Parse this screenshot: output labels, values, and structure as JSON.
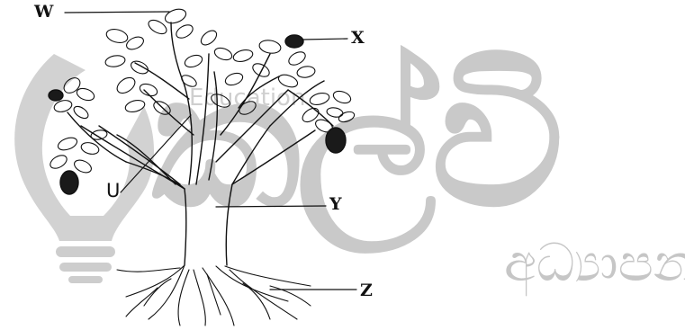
{
  "labels": {
    "w": "W",
    "x": "X",
    "u": "U",
    "y": "Y",
    "z": "Z"
  },
  "watermark": {
    "main": "කල්වි",
    "sub": "අධ්‍යාපන",
    "edu": "Education"
  },
  "colors": {
    "ink": "#111111",
    "watermark": "#c8c8c8",
    "fruit": "#1a1a1a"
  }
}
